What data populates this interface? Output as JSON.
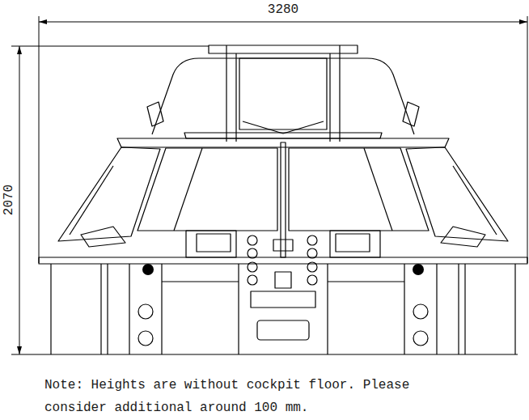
{
  "diagram": {
    "labels": [
      "3280",
      "2070",
      "Note: Heights are without cockpit floor. Please consider additional around 100 mm."
    ]
  }
}
